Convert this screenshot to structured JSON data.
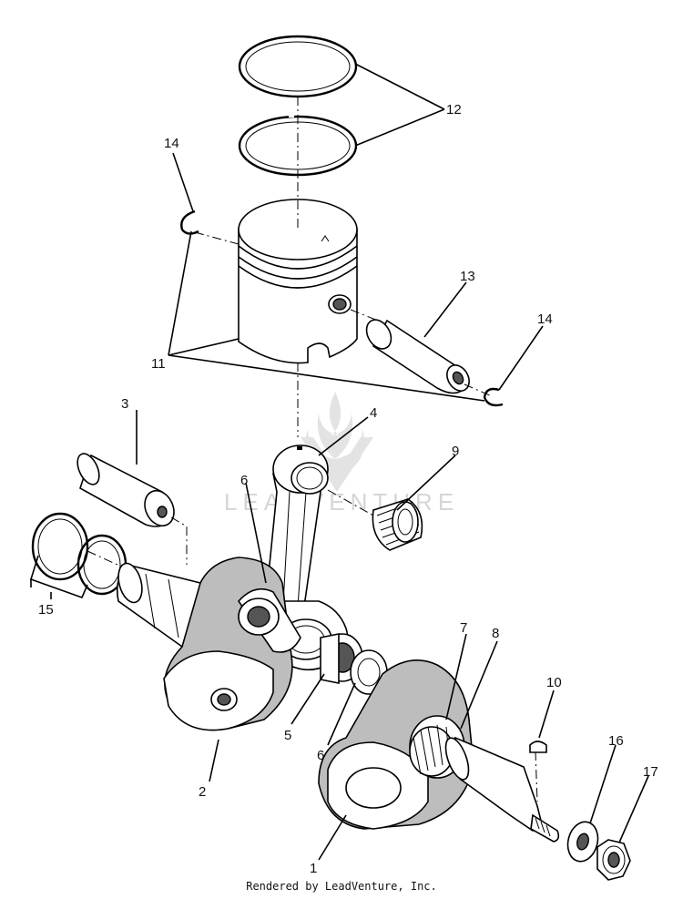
{
  "watermark": "LEADVENTURE",
  "credit": "Rendered by LeadVenture, Inc.",
  "callouts": {
    "c1": "1",
    "c2": "2",
    "c3": "3",
    "c4": "4",
    "c5": "5",
    "c6a": "6",
    "c6b": "6",
    "c7": "7",
    "c8": "8",
    "c9": "9",
    "c10": "10",
    "c11": "11",
    "c12": "12",
    "c13": "13",
    "c14a": "14",
    "c14b": "14",
    "c15": "15",
    "c16": "16",
    "c17": "17"
  }
}
